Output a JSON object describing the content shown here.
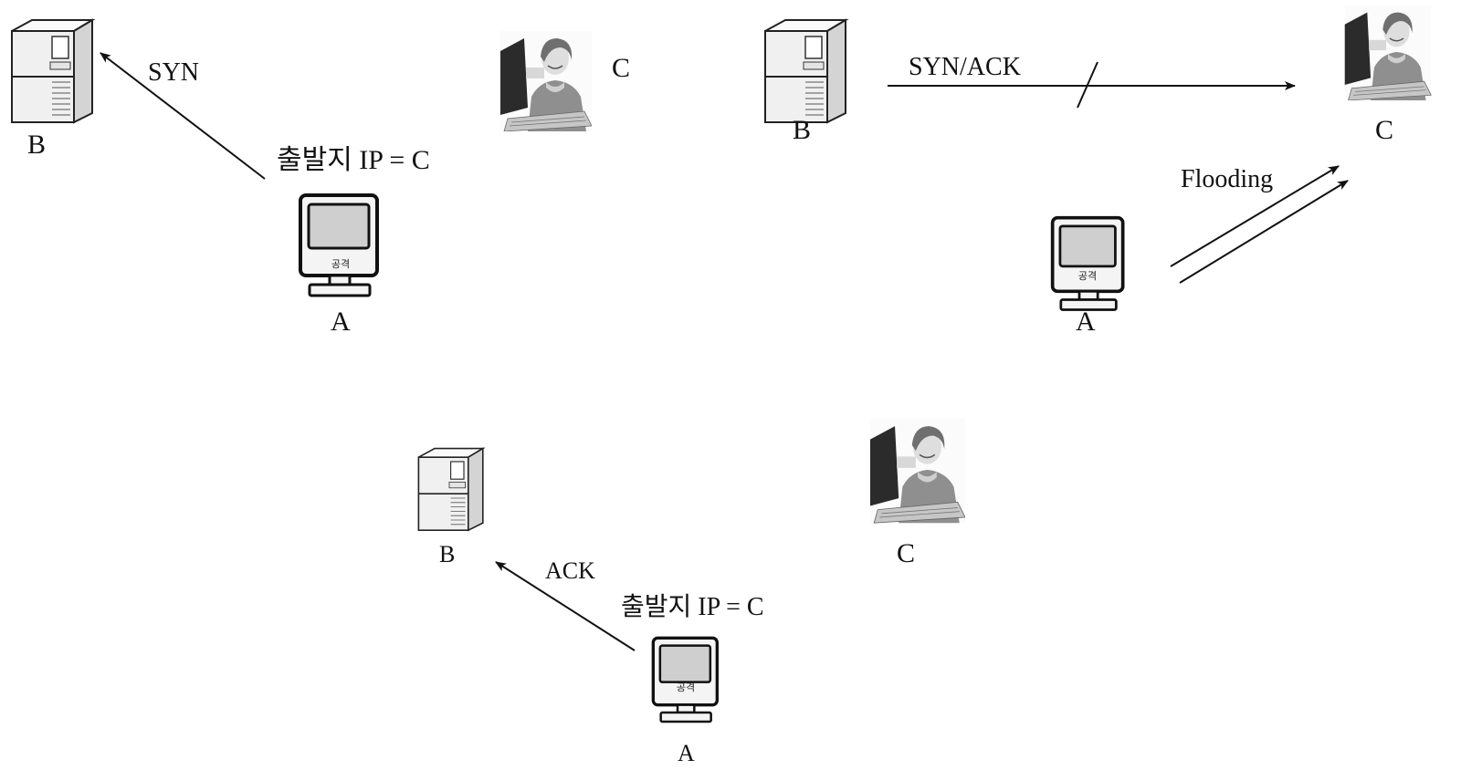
{
  "panel1": {
    "server_label": "B",
    "victim_label": "C",
    "attacker_label": "A",
    "attacker_screen_text": "공격",
    "arrow_label": "SYN",
    "spoof_label": "출발지  IP = C"
  },
  "panel2": {
    "server_label": "B",
    "victim_label": "C",
    "attacker_label": "A",
    "attacker_screen_text": "공격",
    "arrow_label": "SYN/ACK",
    "flood_label": "Flooding"
  },
  "panel3": {
    "server_label": "B",
    "victim_label": "C",
    "attacker_label": "A",
    "attacker_screen_text": "공격",
    "arrow_label": "ACK",
    "spoof_label": "출발지  IP = C"
  },
  "colors": {
    "ink": "#111111",
    "server_body": "#eeeeee",
    "victim_shirt": "#8d8d8d",
    "monitor_screen": "#cfcfcf"
  },
  "icons": [
    "server-icon",
    "person-at-computer-icon",
    "attacker-computer-icon"
  ]
}
